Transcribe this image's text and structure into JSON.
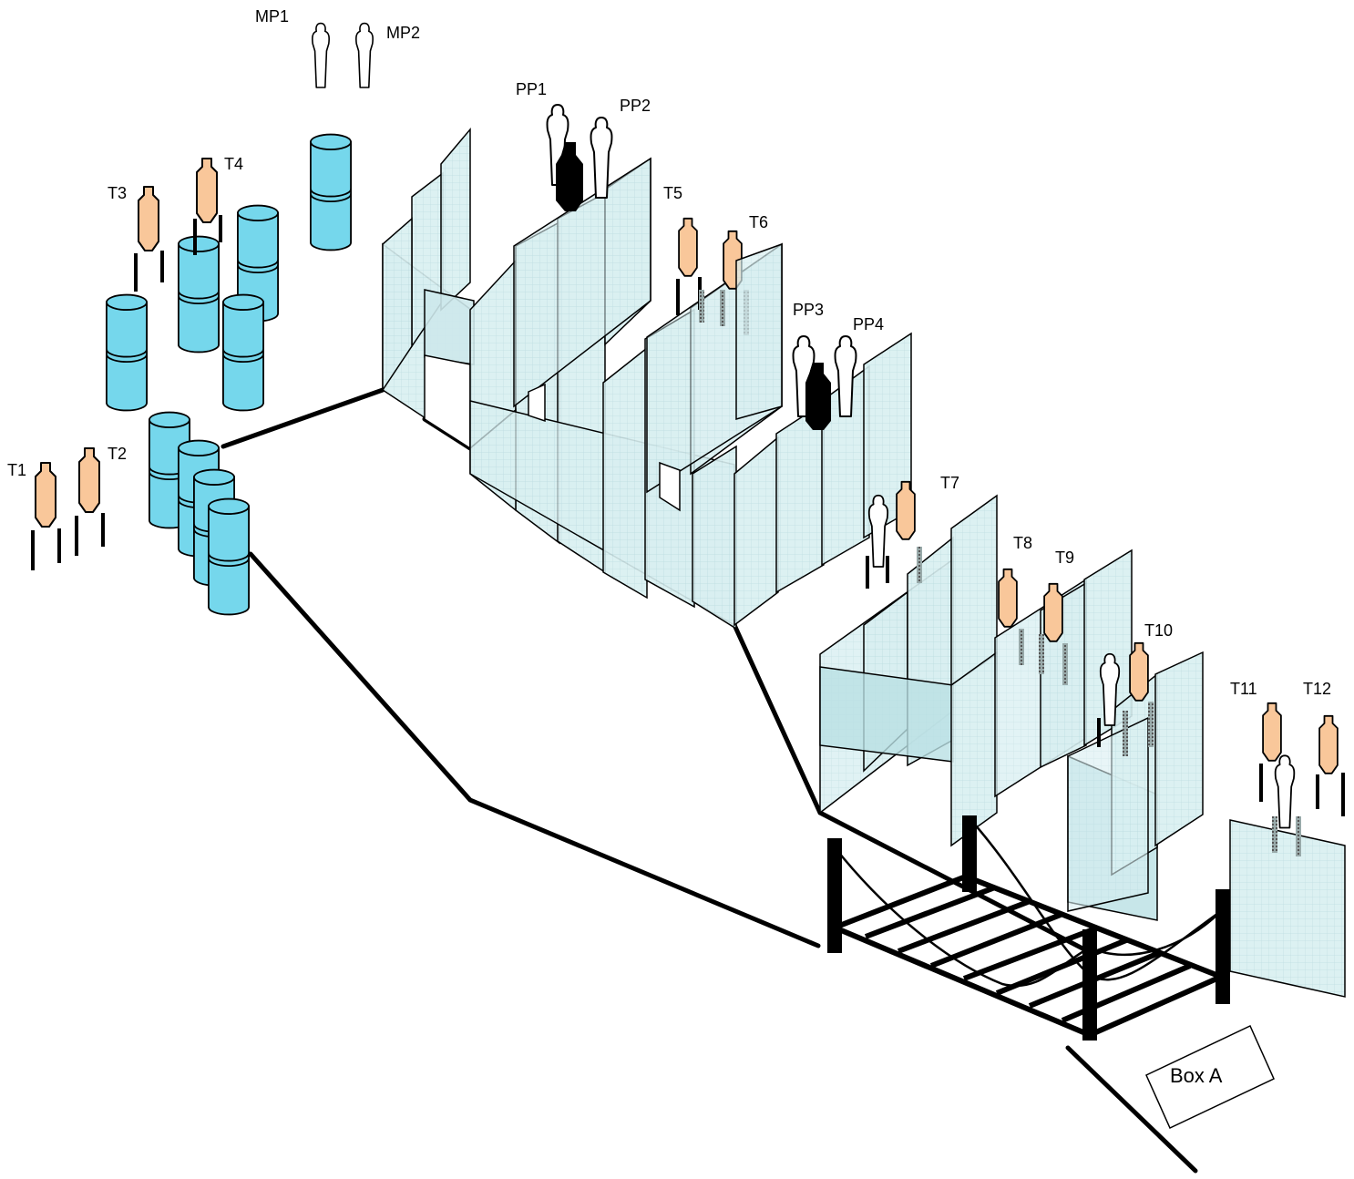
{
  "labels": {
    "mp1": "MP1",
    "mp2": "MP2",
    "pp1": "PP1",
    "pp2": "PP2",
    "pp3": "PP3",
    "pp4": "PP4",
    "t1": "T1",
    "t2": "T2",
    "t3": "T3",
    "t4": "T4",
    "t5": "T5",
    "t6": "T6",
    "t7": "T7",
    "t8": "T8",
    "t9": "T9",
    "t10": "T10",
    "t11": "T11",
    "t12": "T12",
    "box_a": "Box A"
  },
  "colors": {
    "shoot_target": "#f9c79a",
    "no_shoot_target": "#ffffff",
    "steel_popper": "#000000",
    "barrel": "#75d7ec",
    "wall": "#d6eef0",
    "fault_line": "#000000"
  }
}
